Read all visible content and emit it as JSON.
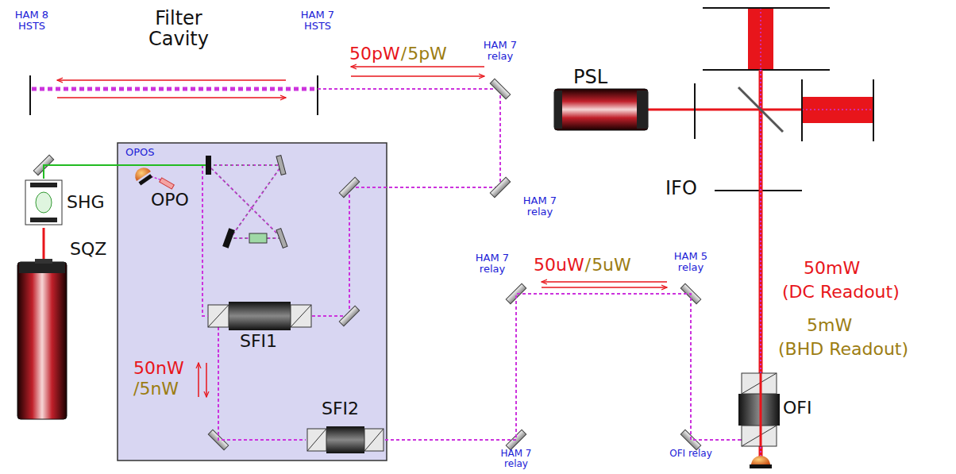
{
  "diagram": {
    "nodes": [
      {
        "text": [
          "OPOS"
        ]
      },
      {
        "text": [
          "OPO"
        ],
        "in": 0
      },
      {
        "text": [
          "SFI1"
        ],
        "in": 0
      },
      {
        "text": [
          "SFI2"
        ],
        "in": 0
      },
      {
        "text": [
          "SHG"
        ]
      },
      {
        "text": [
          "SQZ"
        ]
      },
      {
        "text": [
          "PSL"
        ]
      },
      {
        "text": [
          "OFI"
        ]
      }
    ],
    "edges": [
      {
        "from": 5,
        "to": 4,
        "arrow": "none"
      },
      {
        "from": 4,
        "to": 1,
        "arrow": "none"
      },
      {
        "from": 1,
        "to": 2,
        "arrow": "none"
      },
      {
        "from": 2,
        "to": 3,
        "arrow": "none"
      },
      {
        "from": 3,
        "to": 7,
        "arrow": "none"
      }
    ],
    "labels": [
      "HAM 8 HSTS",
      "Filter Cavity",
      "HAM 7 HSTS",
      "50pW",
      "/",
      "5pW",
      "HAM 7 relay",
      "HAM 7 relay",
      "IFO",
      "HAM 7 relay",
      "50uW",
      "/",
      "5uW",
      "HAM 5 relay",
      "50mW",
      "(DC Readout)",
      "5mW",
      "(BHD Readout)",
      "50nW",
      "/5nW",
      "HAM 7 relay",
      "OFI relay"
    ]
  }
}
